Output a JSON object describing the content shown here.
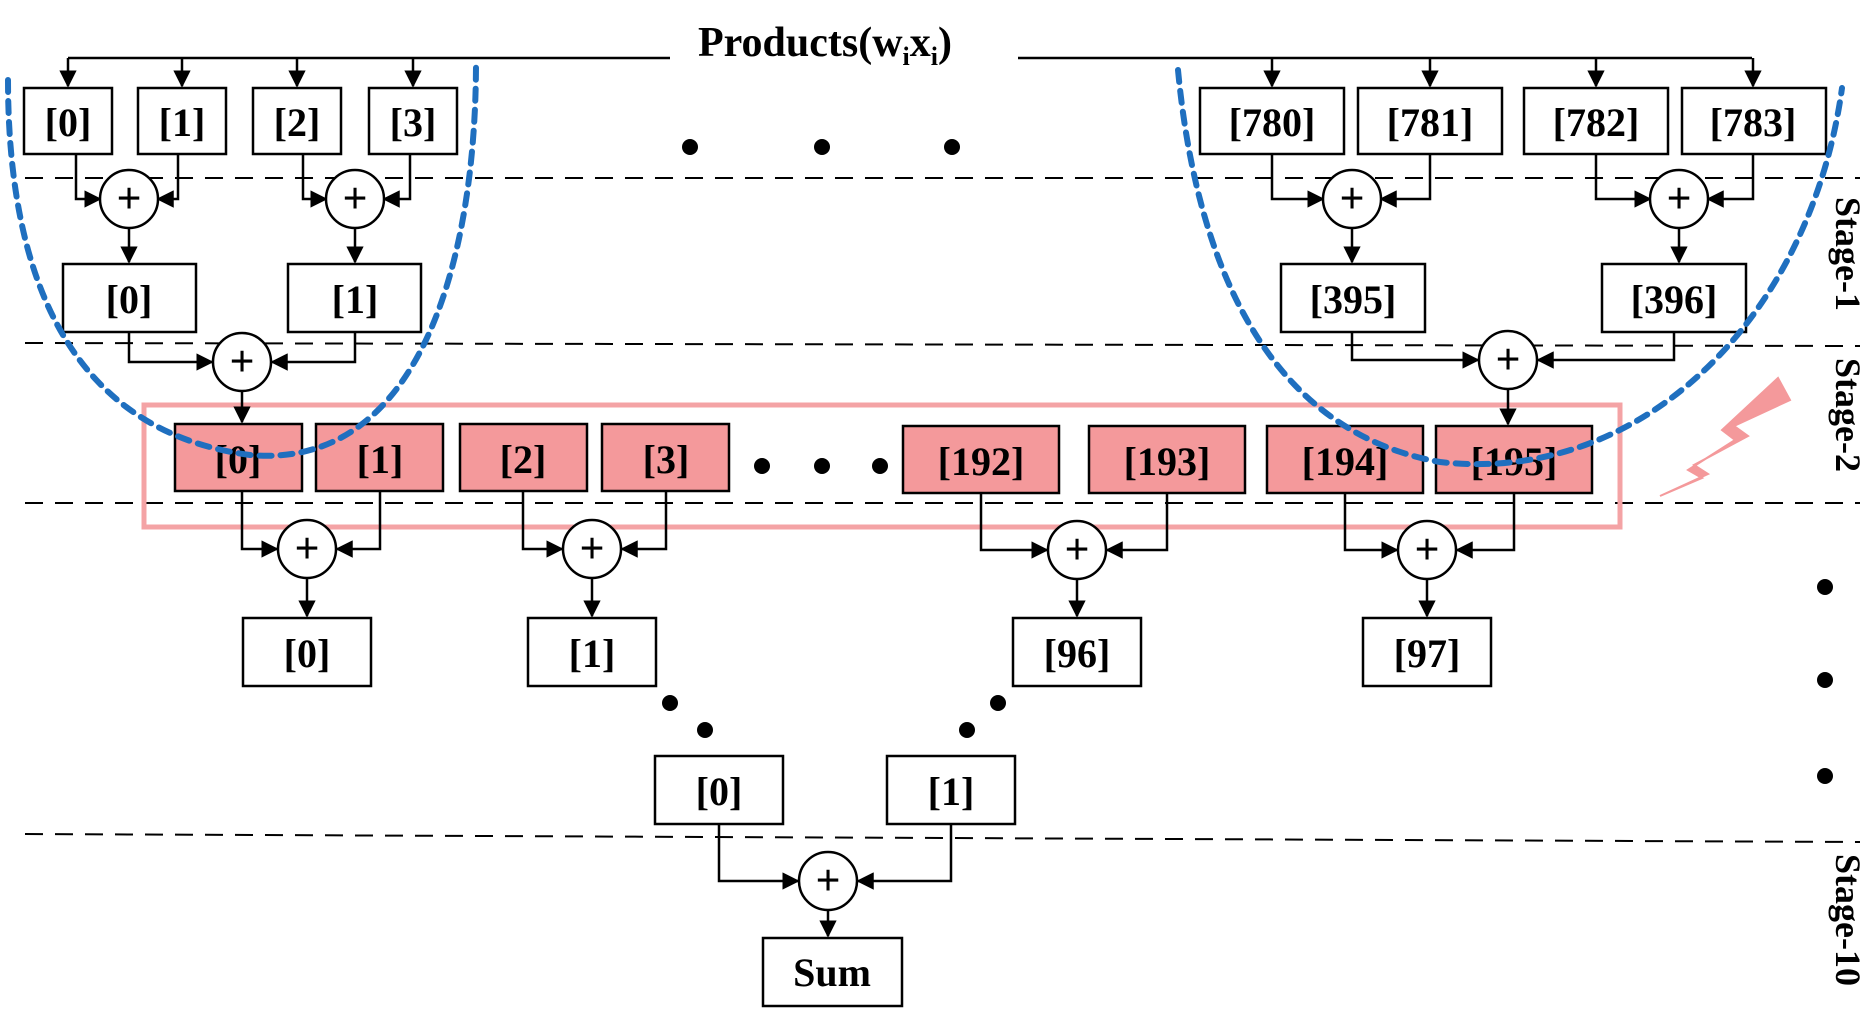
{
  "title": {
    "main": "Products(w",
    "w_sub": "i",
    "x": "x",
    "x_sub": "i",
    "close": ")"
  },
  "level0": {
    "left": [
      "[0]",
      "[1]",
      "[2]",
      "[3]"
    ],
    "right": [
      "[780]",
      "[781]",
      "[782]",
      "[783]"
    ]
  },
  "level1": {
    "left": [
      "[0]",
      "[1]"
    ],
    "right": [
      "[395]",
      "[396]"
    ]
  },
  "level2": {
    "items": [
      "[0]",
      "[1]",
      "[2]",
      "[3]",
      "[192]",
      "[193]",
      "[194]",
      "[195]"
    ],
    "highlight_color": "#f4999b",
    "frame_color": "#f4a3a5"
  },
  "level3": {
    "items": [
      "[0]",
      "[1]",
      "[96]",
      "[97]"
    ]
  },
  "level_final": {
    "items": [
      "[0]",
      "[1]"
    ],
    "sum": "Sum"
  },
  "stages": [
    "Stage-1",
    "Stage-2",
    "Stage-10"
  ],
  "adder_symbol": "+",
  "arc_color": "#1f6fbf",
  "fault_color": "#f4999b"
}
